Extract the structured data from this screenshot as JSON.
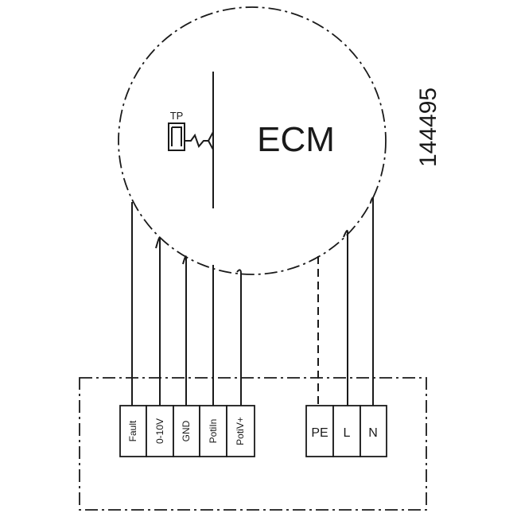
{
  "motor": {
    "label": "ECM",
    "thermal_protector_label": "TP"
  },
  "drawing_number": "144495",
  "control_terminals": [
    "Fault",
    "0-10V",
    "GND",
    "PotiIn",
    "PotiV+"
  ],
  "power_terminals": [
    "PE",
    "L",
    "N"
  ]
}
